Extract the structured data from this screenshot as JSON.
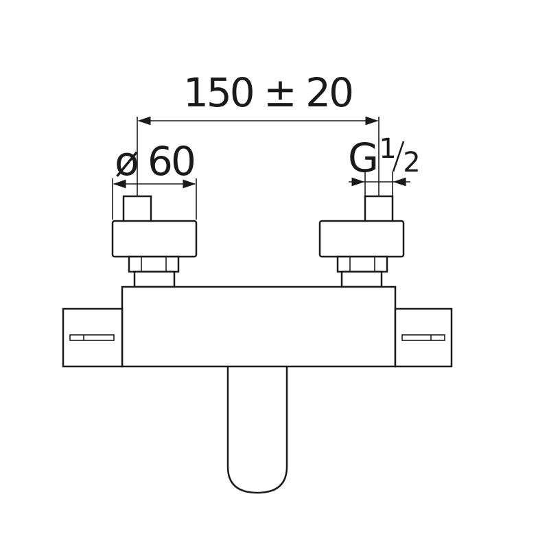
{
  "dimensions": {
    "center_distance": "150 ± 20",
    "handle_diameter": "ø 60",
    "thread_letter": "G",
    "thread_fraction_num": "1",
    "thread_fraction_den": "2"
  },
  "colors": {
    "line": "#1a1a1a",
    "background": "#ffffff"
  }
}
